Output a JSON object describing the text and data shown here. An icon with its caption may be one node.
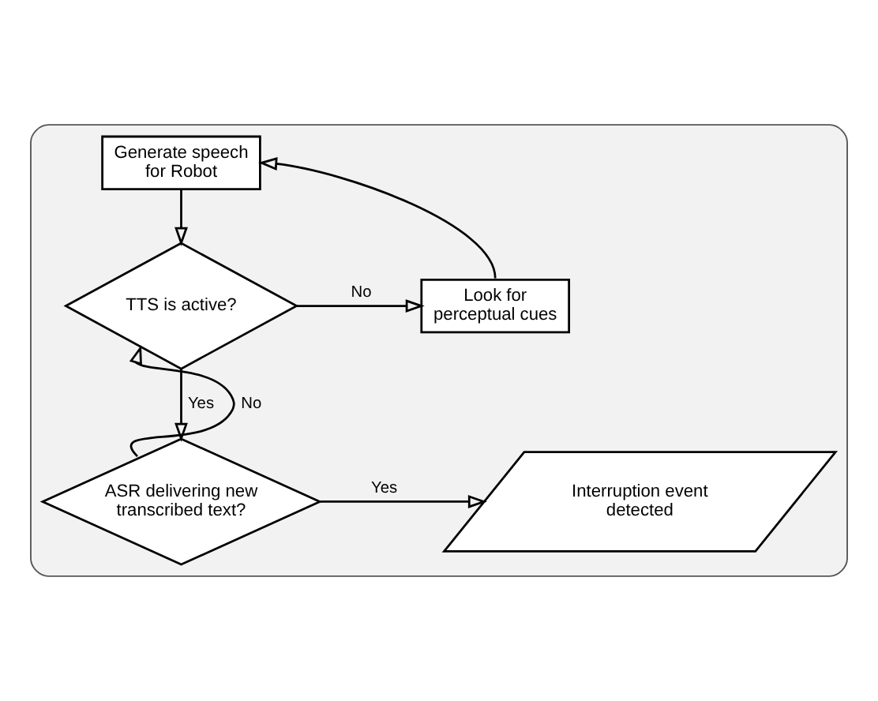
{
  "diagram": {
    "nodes": [
      {
        "text": [],
        "shape": "box"
      },
      {
        "text": [
          "Generate speech for Robot"
        ],
        "in": 0
      },
      {
        "text": [
          "TTS is active?"
        ],
        "in": 0
      },
      {
        "text": [
          "Look for perceptual cues"
        ],
        "in": 0
      },
      {
        "text": [
          "ASR delivering new transcribed text?"
        ],
        "in": 0
      },
      {
        "text": [
          "Interruption event detected"
        ],
        "in": 0
      }
    ],
    "edges": [
      {
        "from": 1,
        "to": 2,
        "arrow": "to"
      },
      {
        "from": 2,
        "to": 3,
        "arrow": "to",
        "label": "No"
      },
      {
        "from": 3,
        "to": 1,
        "arrow": "to"
      },
      {
        "from": 2,
        "to": 4,
        "arrow": "to",
        "label": "Yes"
      },
      {
        "from": 4,
        "to": 2,
        "arrow": "to",
        "label": "No"
      },
      {
        "from": 4,
        "to": 5,
        "arrow": "to",
        "label": "Yes"
      }
    ]
  }
}
